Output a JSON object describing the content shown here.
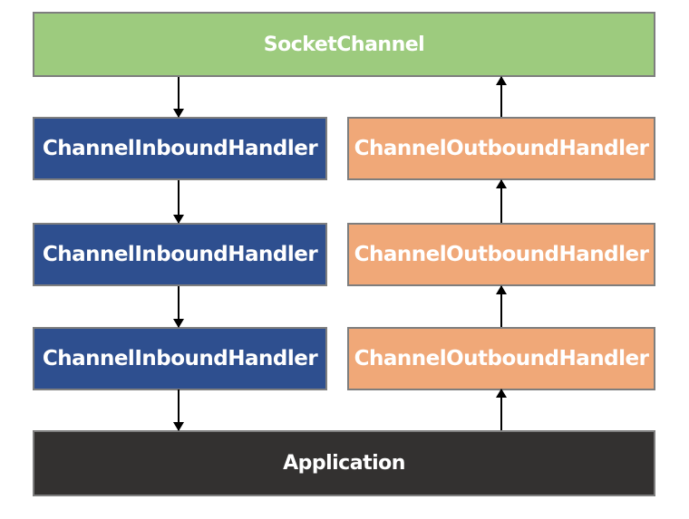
{
  "diagram": {
    "nodes": {
      "socket_channel": {
        "label": "SocketChannel",
        "fill": "#9dcb7e"
      },
      "inbound": {
        "fill": "#2e4f8f",
        "items": [
          {
            "label": "ChannelInboundHandler"
          },
          {
            "label": "ChannelInboundHandler"
          },
          {
            "label": "ChannelInboundHandler"
          }
        ]
      },
      "outbound": {
        "fill": "#f0a878",
        "items": [
          {
            "label": "ChannelOutboundHandler"
          },
          {
            "label": "ChannelOutboundHandler"
          },
          {
            "label": "ChannelOutboundHandler"
          }
        ]
      },
      "application": {
        "label": "Application",
        "fill": "#333130"
      }
    },
    "style": {
      "border_color": "#7e7e7e",
      "text_color": "#ffffff",
      "arrow_color": "#000000",
      "background": "#ffffff"
    }
  }
}
